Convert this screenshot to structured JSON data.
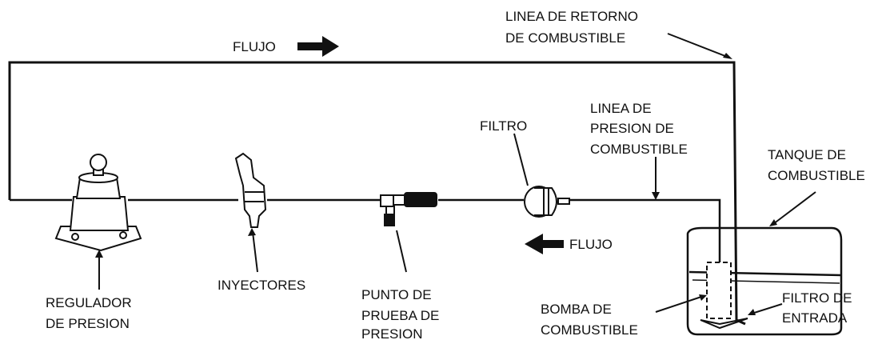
{
  "diagram": {
    "labels": {
      "return_line": [
        "LINEA DE RETORNO",
        "DE COMBUSTIBLE"
      ],
      "flow_top": "FLUJO",
      "flow_bottom": "FLUJO",
      "pressure_line": [
        "LINEA DE",
        "PRESION DE",
        "COMBUSTIBLE"
      ],
      "filter": "FILTRO",
      "tank": [
        "TANQUE DE",
        "COMBUSTIBLE"
      ],
      "regulator": [
        "REGULADOR",
        "DE PRESION"
      ],
      "injectors": "INYECTORES",
      "test_point": [
        "PUNTO DE",
        "PRUEBA DE",
        "PRESION"
      ],
      "pump": [
        "BOMBA DE",
        "COMBUSTIBLE"
      ],
      "inlet_filter": [
        "FILTRO DE",
        "ENTRADA"
      ]
    },
    "colors": {
      "ink": "#111111",
      "paper": "#ffffff"
    },
    "icons": [
      "pressure-regulator-icon",
      "injector-icon",
      "test-point-fitting-icon",
      "fuel-filter-icon",
      "fuel-tank-icon",
      "fuel-pump-icon"
    ]
  }
}
